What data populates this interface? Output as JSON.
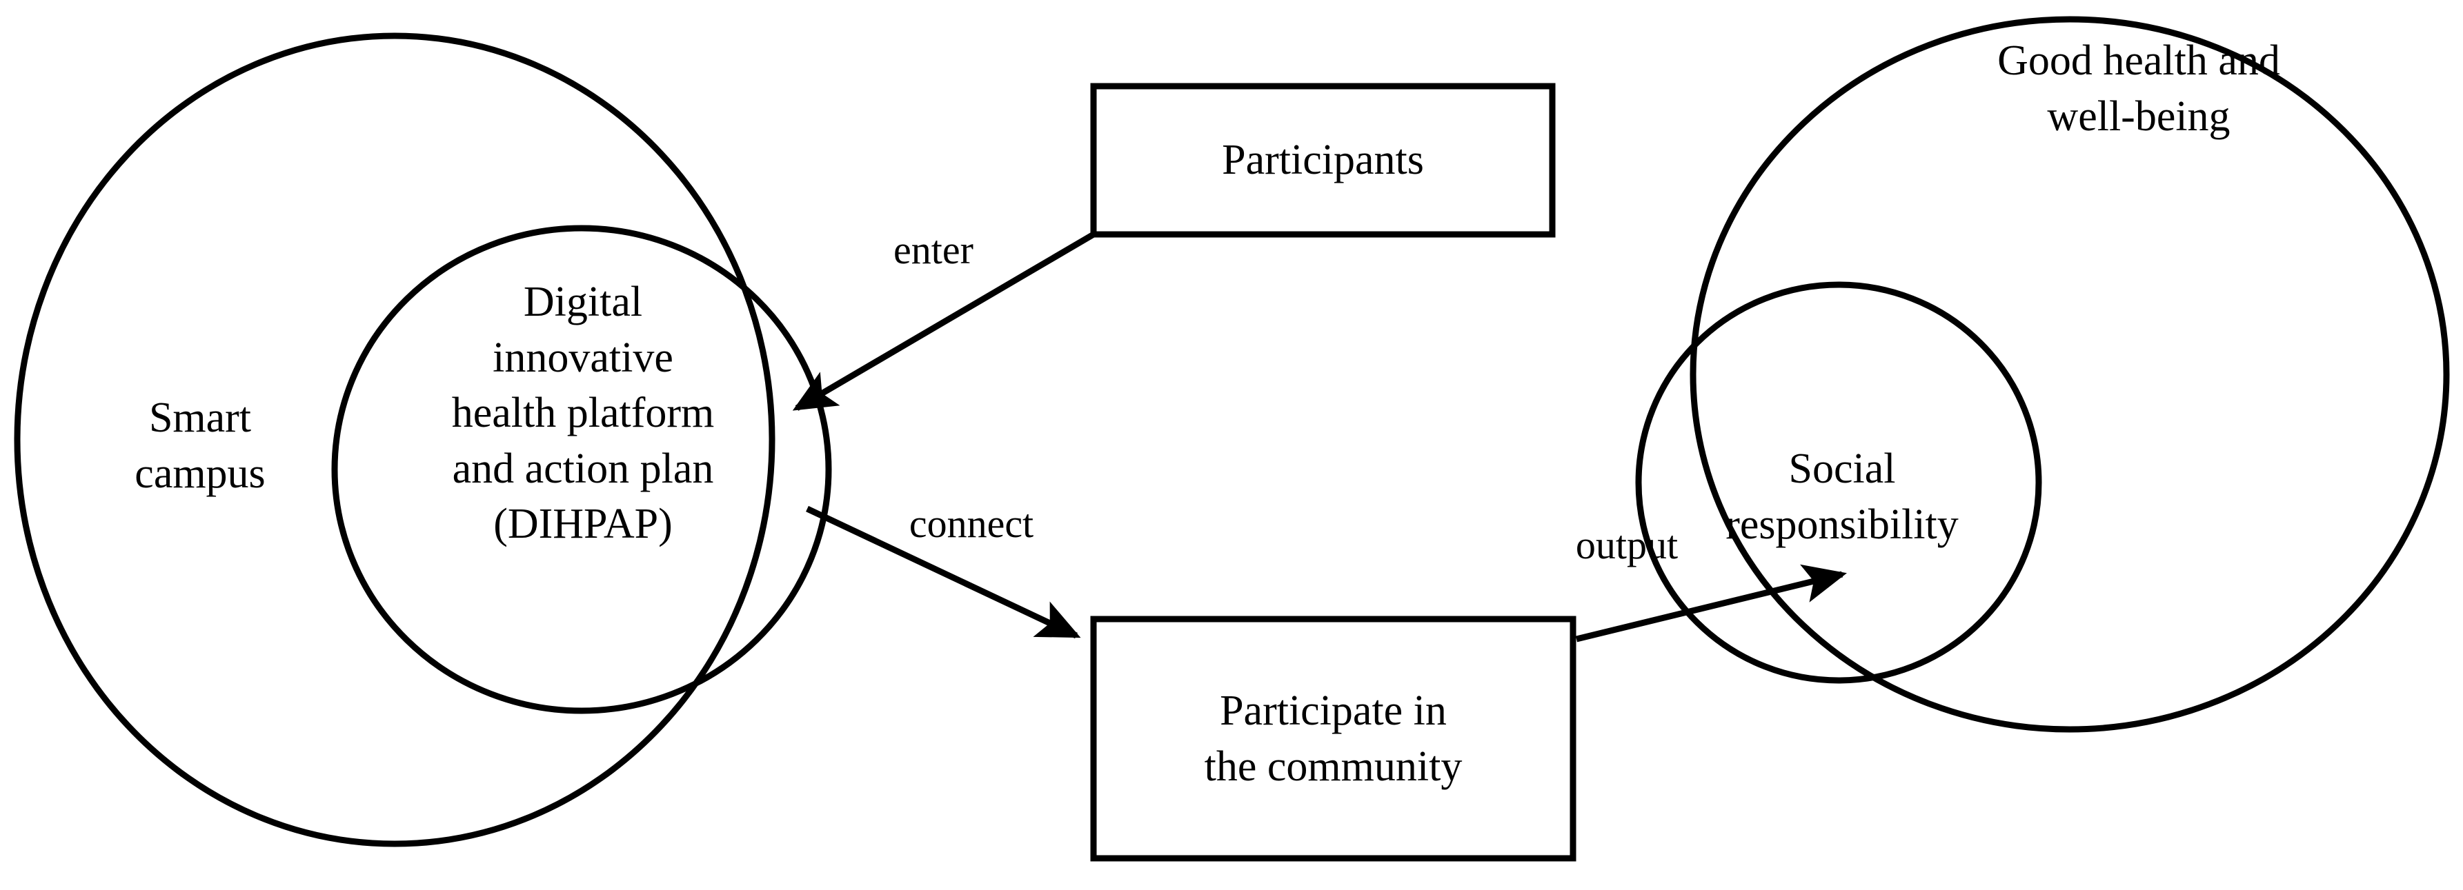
{
  "diagram": {
    "title": "Smart campus DIHPAP participation framework",
    "background_color": "#ffffff",
    "stroke_color": "#000000",
    "left_group": {
      "outer_label": "Smart\ncampus",
      "inner_label": "Digital\ninnovative\nhealth platform\nand action plan\n(DIHPAP)"
    },
    "right_group": {
      "outer_label": "Good health and\nwell-being",
      "inner_label": "Social\nresponsibility"
    },
    "boxes": {
      "participants": "Participants",
      "participate": "Participate in\nthe community"
    },
    "edges": {
      "enter": "enter",
      "connect": "connect",
      "output": "output"
    }
  }
}
